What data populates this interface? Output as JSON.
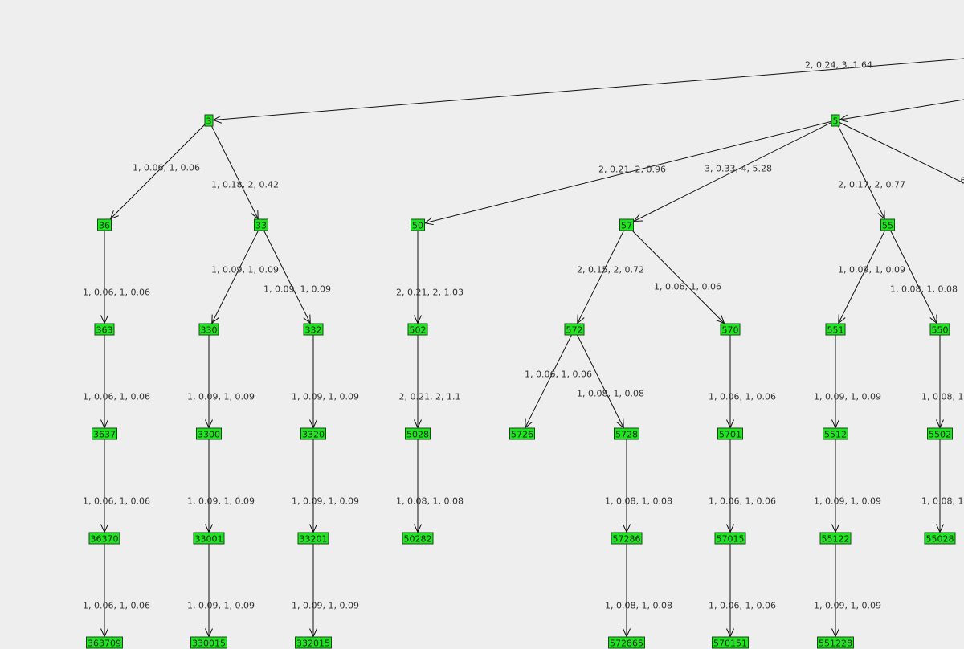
{
  "nodes": [
    {
      "id": "n3",
      "label": "3"
    },
    {
      "id": "n5",
      "label": "5"
    },
    {
      "id": "n36",
      "label": "36"
    },
    {
      "id": "n33",
      "label": "33"
    },
    {
      "id": "n50",
      "label": "50"
    },
    {
      "id": "n57",
      "label": "57"
    },
    {
      "id": "n55",
      "label": "55"
    },
    {
      "id": "n363",
      "label": "363"
    },
    {
      "id": "n330",
      "label": "330"
    },
    {
      "id": "n332",
      "label": "332"
    },
    {
      "id": "n502",
      "label": "502"
    },
    {
      "id": "n572",
      "label": "572"
    },
    {
      "id": "n570",
      "label": "570"
    },
    {
      "id": "n551",
      "label": "551"
    },
    {
      "id": "n550",
      "label": "550"
    },
    {
      "id": "n3637",
      "label": "3637"
    },
    {
      "id": "n3300",
      "label": "3300"
    },
    {
      "id": "n3320",
      "label": "3320"
    },
    {
      "id": "n5028",
      "label": "5028"
    },
    {
      "id": "n5726",
      "label": "5726"
    },
    {
      "id": "n5728",
      "label": "5728"
    },
    {
      "id": "n5701",
      "label": "5701"
    },
    {
      "id": "n5512",
      "label": "5512"
    },
    {
      "id": "n5502",
      "label": "5502"
    },
    {
      "id": "n36370",
      "label": "36370"
    },
    {
      "id": "n33001",
      "label": "33001"
    },
    {
      "id": "n33201",
      "label": "33201"
    },
    {
      "id": "n50282",
      "label": "50282"
    },
    {
      "id": "n57286",
      "label": "57286"
    },
    {
      "id": "n57015",
      "label": "57015"
    },
    {
      "id": "n55122",
      "label": "55122"
    },
    {
      "id": "n55028",
      "label": "55028"
    },
    {
      "id": "n363709",
      "label": "363709"
    },
    {
      "id": "n330015",
      "label": "330015"
    },
    {
      "id": "n332015",
      "label": "332015"
    },
    {
      "id": "n572865",
      "label": "572865"
    },
    {
      "id": "n570151",
      "label": "570151"
    },
    {
      "id": "n551228",
      "label": "551228"
    }
  ],
  "edges": [
    {
      "from": "offR1",
      "to": "n3",
      "label": "2, 0.24, 3, 1.64"
    },
    {
      "from": "offR2",
      "to": "n5",
      "label": ""
    },
    {
      "from": "n5",
      "to": "offR3",
      "label": "6"
    },
    {
      "from": "n3",
      "to": "n36",
      "label": "1, 0.06, 1, 0.06"
    },
    {
      "from": "n3",
      "to": "n33",
      "label": "1, 0.18, 2, 0.42"
    },
    {
      "from": "n5",
      "to": "n50",
      "label": "2, 0.21, 2, 0.96"
    },
    {
      "from": "n5",
      "to": "n57",
      "label": "3, 0.33, 4, 5.28"
    },
    {
      "from": "n5",
      "to": "n55",
      "label": "2, 0.17, 2, 0.77"
    },
    {
      "from": "n36",
      "to": "n363",
      "label": "1, 0.06, 1, 0.06"
    },
    {
      "from": "n33",
      "to": "n330",
      "label": "1, 0.09, 1, 0.09"
    },
    {
      "from": "n33",
      "to": "n332",
      "label": "1, 0.09, 1, 0.09"
    },
    {
      "from": "n50",
      "to": "n502",
      "label": "2, 0.21, 2, 1.03"
    },
    {
      "from": "n57",
      "to": "n572",
      "label": "2, 0.15, 2, 0.72"
    },
    {
      "from": "n57",
      "to": "n570",
      "label": "1, 0.06, 1, 0.06"
    },
    {
      "from": "n55",
      "to": "n551",
      "label": "1, 0.09, 1, 0.09"
    },
    {
      "from": "n55",
      "to": "n550",
      "label": "1, 0.08, 1, 0.08"
    },
    {
      "from": "n363",
      "to": "n3637",
      "label": "1, 0.06, 1, 0.06"
    },
    {
      "from": "n330",
      "to": "n3300",
      "label": "1, 0.09, 1, 0.09"
    },
    {
      "from": "n332",
      "to": "n3320",
      "label": "1, 0.09, 1, 0.09"
    },
    {
      "from": "n502",
      "to": "n5028",
      "label": "2, 0.21, 2, 1.1"
    },
    {
      "from": "n572",
      "to": "n5726",
      "label": "1, 0.06, 1, 0.06"
    },
    {
      "from": "n572",
      "to": "n5728",
      "label": "1, 0.08, 1, 0.08"
    },
    {
      "from": "n570",
      "to": "n5701",
      "label": "1, 0.06, 1, 0.06"
    },
    {
      "from": "n551",
      "to": "n5512",
      "label": "1, 0.09, 1, 0.09"
    },
    {
      "from": "n550",
      "to": "n5502",
      "label": "1, 0.08, 1,"
    },
    {
      "from": "n3637",
      "to": "n36370",
      "label": "1, 0.06, 1, 0.06"
    },
    {
      "from": "n3300",
      "to": "n33001",
      "label": "1, 0.09, 1, 0.09"
    },
    {
      "from": "n3320",
      "to": "n33201",
      "label": "1, 0.09, 1, 0.09"
    },
    {
      "from": "n5028",
      "to": "n50282",
      "label": "1, 0.08, 1, 0.08"
    },
    {
      "from": "n5728",
      "to": "n57286",
      "label": "1, 0.08, 1, 0.08"
    },
    {
      "from": "n5701",
      "to": "n57015",
      "label": "1, 0.06, 1, 0.06"
    },
    {
      "from": "n5512",
      "to": "n55122",
      "label": "1, 0.09, 1, 0.09"
    },
    {
      "from": "n5502",
      "to": "n55028",
      "label": "1, 0.08, 1,"
    },
    {
      "from": "n36370",
      "to": "n363709",
      "label": "1, 0.06, 1, 0.06"
    },
    {
      "from": "n33001",
      "to": "n330015",
      "label": "1, 0.09, 1, 0.09"
    },
    {
      "from": "n33201",
      "to": "n332015",
      "label": "1, 0.09, 1, 0.09"
    },
    {
      "from": "n57286",
      "to": "n572865",
      "label": "1, 0.08, 1, 0.08"
    },
    {
      "from": "n57015",
      "to": "n570151",
      "label": "1, 0.06, 1, 0.06"
    },
    {
      "from": "n55122",
      "to": "n551228",
      "label": "1, 0.09, 1, 0.09"
    }
  ]
}
